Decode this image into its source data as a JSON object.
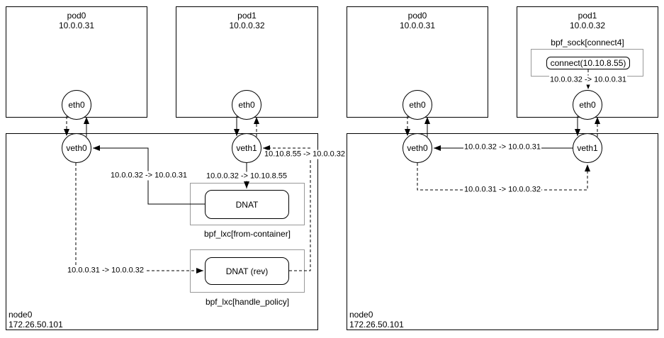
{
  "left": {
    "pod0": {
      "name": "pod0",
      "ip": "10.0.0.31",
      "iface": "eth0"
    },
    "pod1": {
      "name": "pod1",
      "ip": "10.0.0.32",
      "iface": "eth0"
    },
    "node": {
      "name": "node0",
      "ip": "172.26.50.101",
      "veth0": "veth0",
      "veth1": "veth1"
    },
    "from_container": {
      "box": "DNAT",
      "label": "bpf_lxc[from-container]"
    },
    "handle_policy": {
      "box": "DNAT (rev)",
      "label": "bpf_lxc[handle_policy]"
    },
    "flows": {
      "to_service": "10.0.0.32 -> 10.10.8.55",
      "dnat_out": "10.0.0.32 -> 10.0.0.31",
      "reply_in": "10.0.0.31 -> 10.0.0.32",
      "reply_out": "10.10.8.55 -> 10.0.0.32"
    }
  },
  "right": {
    "pod0": {
      "name": "pod0",
      "ip": "10.0.0.31",
      "iface": "eth0"
    },
    "pod1": {
      "name": "pod1",
      "ip": "10.0.0.32",
      "iface": "eth0"
    },
    "node": {
      "name": "node0",
      "ip": "172.26.50.101",
      "veth0": "veth0",
      "veth1": "veth1"
    },
    "bpf_sock": {
      "label": "bpf_sock[connect4]",
      "call": "connect(10.10.8.55)",
      "translated": "10.0.0.32 -> 10.0.0.31"
    },
    "flows": {
      "forward": "10.0.0.32 -> 10.0.0.31",
      "reply": "10.0.0.31 -> 10.0.0.32"
    }
  },
  "colors": {
    "line": "#000000",
    "group_border": "#999999",
    "background": "#ffffff"
  }
}
